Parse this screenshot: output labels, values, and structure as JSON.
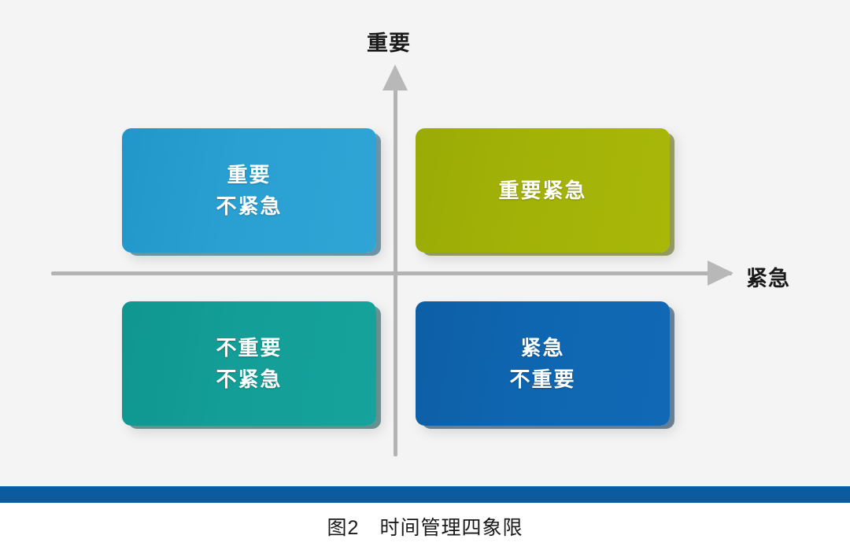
{
  "chart_data": {
    "type": "diagram",
    "diagram_kind": "2x2-matrix",
    "title": "时间管理四象限",
    "xlabel": "紧急",
    "ylabel": "重要",
    "axes": {
      "vertical_label": "重要",
      "horizontal_label": "紧急",
      "vertical_arrow": "up",
      "horizontal_arrow": "right"
    },
    "quadrants": [
      {
        "position": "top-left",
        "lines": [
          "重要",
          "不紧急"
        ],
        "color": "#2aa0d2",
        "shadow_color": "#0e5678"
      },
      {
        "position": "top-right",
        "lines": [
          "重要紧急"
        ],
        "color": "#a3b207",
        "shadow_color": "#565f04"
      },
      {
        "position": "bottom-left",
        "lines": [
          "不重要",
          "不紧急"
        ],
        "color": "#139e97",
        "shadow_color": "#06504c"
      },
      {
        "position": "bottom-right",
        "lines": [
          "紧急",
          "不重要"
        ],
        "color": "#0f66b0",
        "shadow_color": "#073156"
      }
    ]
  },
  "axis": {
    "top_label": "重要",
    "right_label": "紧急"
  },
  "quadrants": {
    "top_left": {
      "line1": "重要",
      "line2": "不紧急"
    },
    "top_right": {
      "line1": "重要紧急"
    },
    "bottom_left": {
      "line1": "不重要",
      "line2": "不紧急"
    },
    "bottom_right": {
      "line1": "紧急",
      "line2": "不重要"
    }
  },
  "caption": {
    "text": "图2　时间管理四象限",
    "figure_number": "图2",
    "figure_title": "时间管理四象限"
  },
  "colors": {
    "background": "#f4f4f4",
    "separator_bar": "#0b5b9e",
    "axis_line": "#b3b3b3",
    "text": "#1a1a1a",
    "box_text": "#ffffff"
  }
}
